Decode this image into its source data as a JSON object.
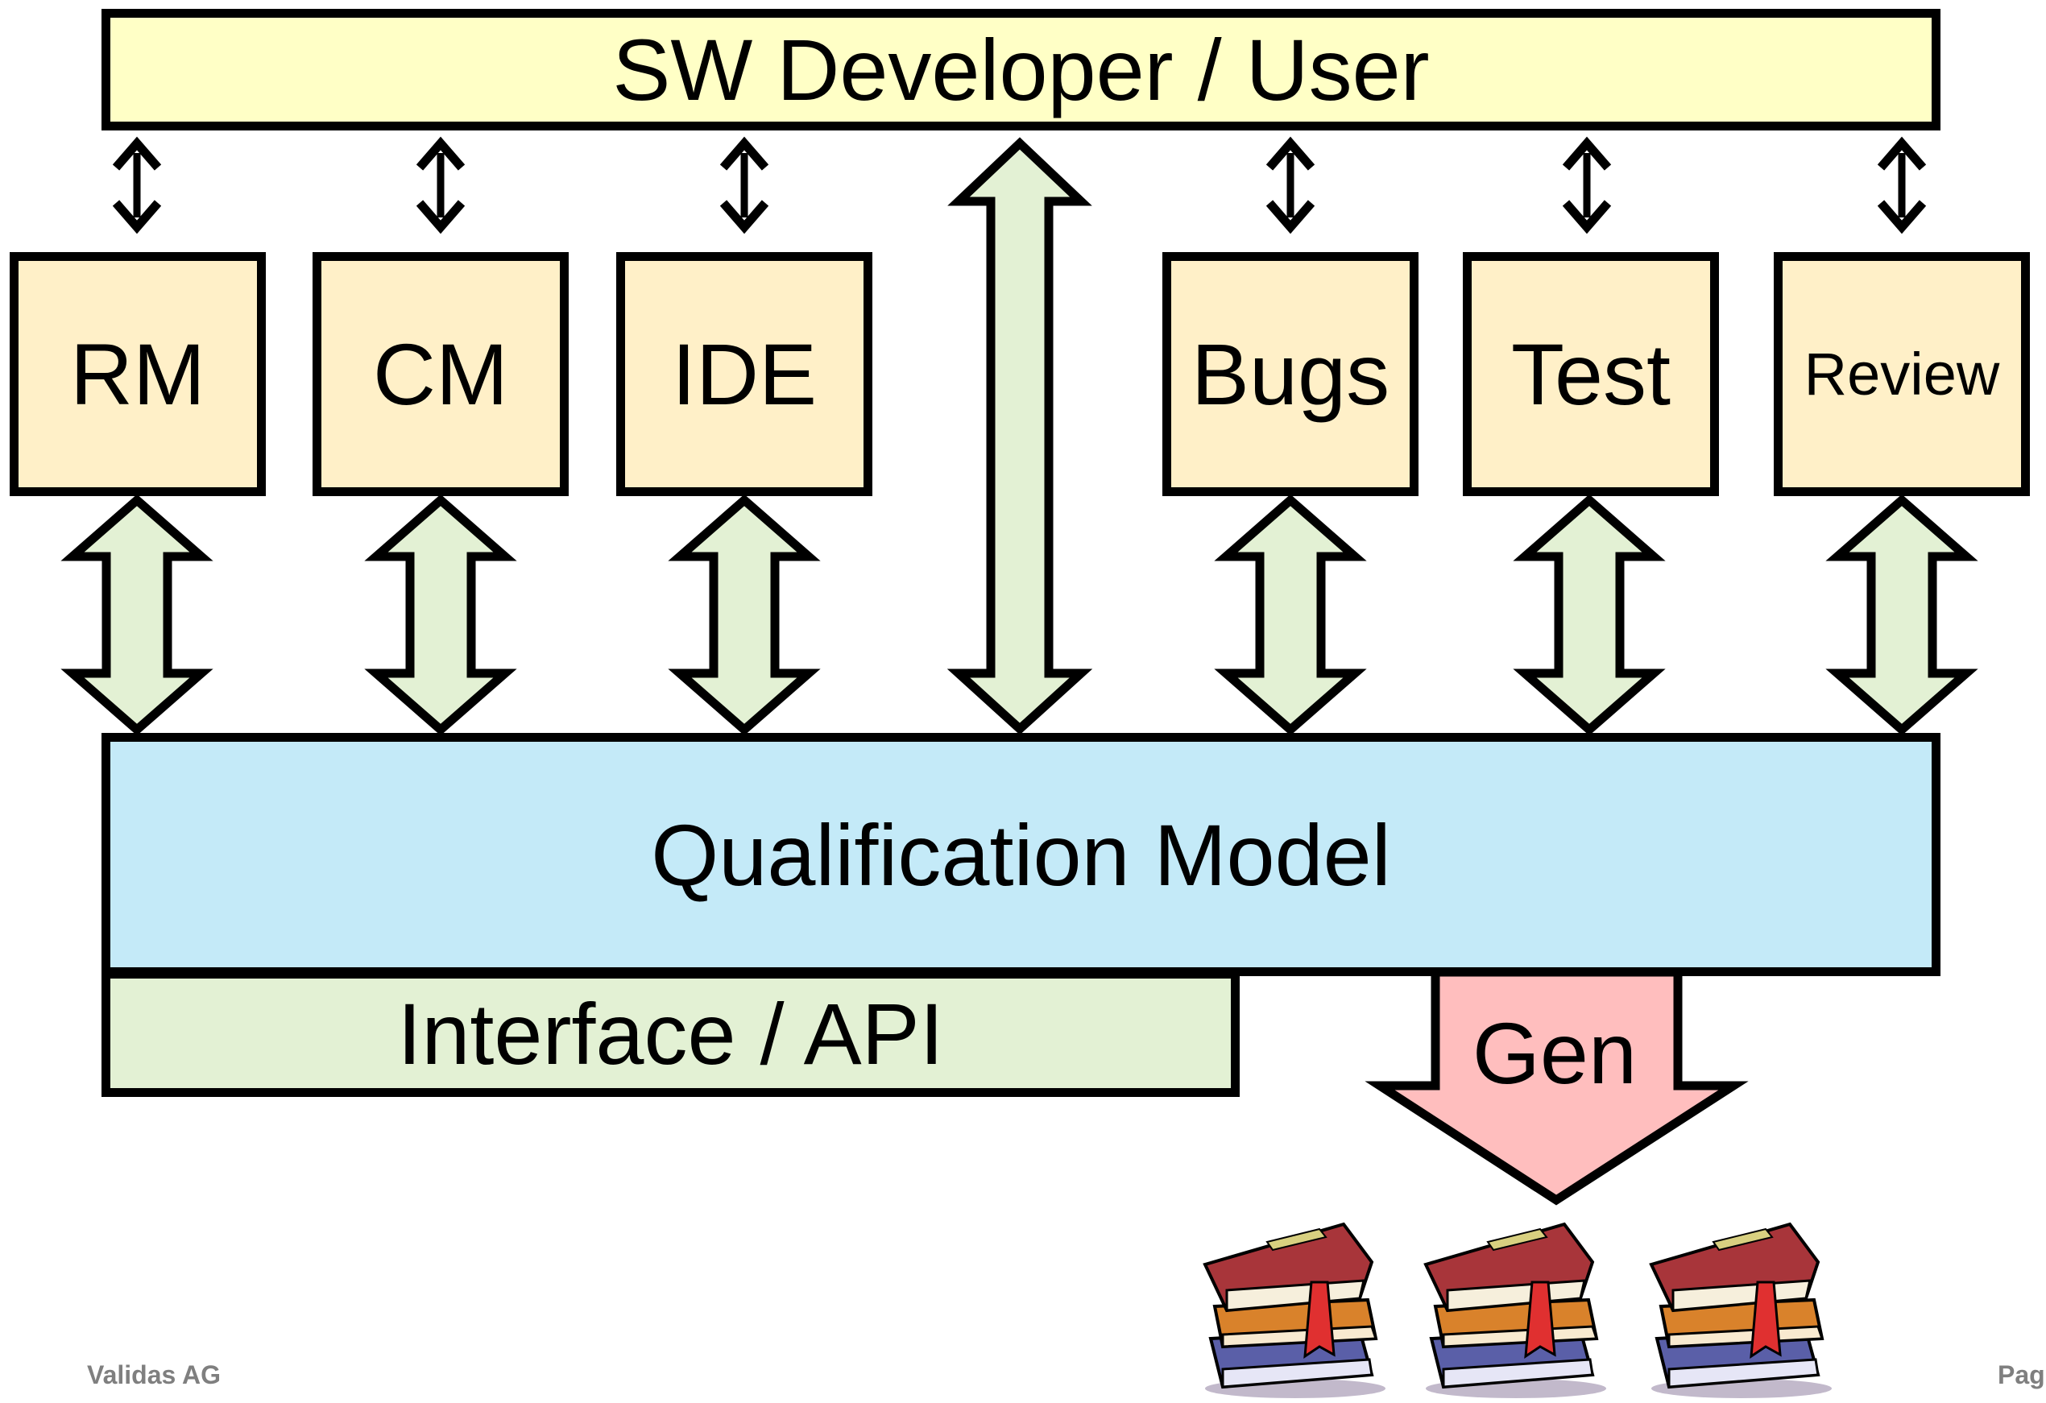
{
  "diagram": {
    "top_bar": "SW Developer / User",
    "tools": [
      {
        "id": "rm",
        "label": "RM"
      },
      {
        "id": "cm",
        "label": "CM"
      },
      {
        "id": "ide",
        "label": "IDE"
      },
      {
        "id": "bugs",
        "label": "Bugs"
      },
      {
        "id": "test",
        "label": "Test"
      },
      {
        "id": "review",
        "label": "Review"
      }
    ],
    "model": "Qualification Model",
    "interface": "Interface / API",
    "gen": "Gen",
    "outputs_icon": "book-stack-icon"
  },
  "footer": {
    "company": "Validas AG",
    "page": "Page"
  },
  "colors": {
    "top_bar": "#ffffc6",
    "tool_box": "#fff0c8",
    "model": "#c4eaf8",
    "interface": "#e3f1d4",
    "fat_arrow": "#e3f1d4",
    "gen_arrow": "#ffbebe"
  }
}
